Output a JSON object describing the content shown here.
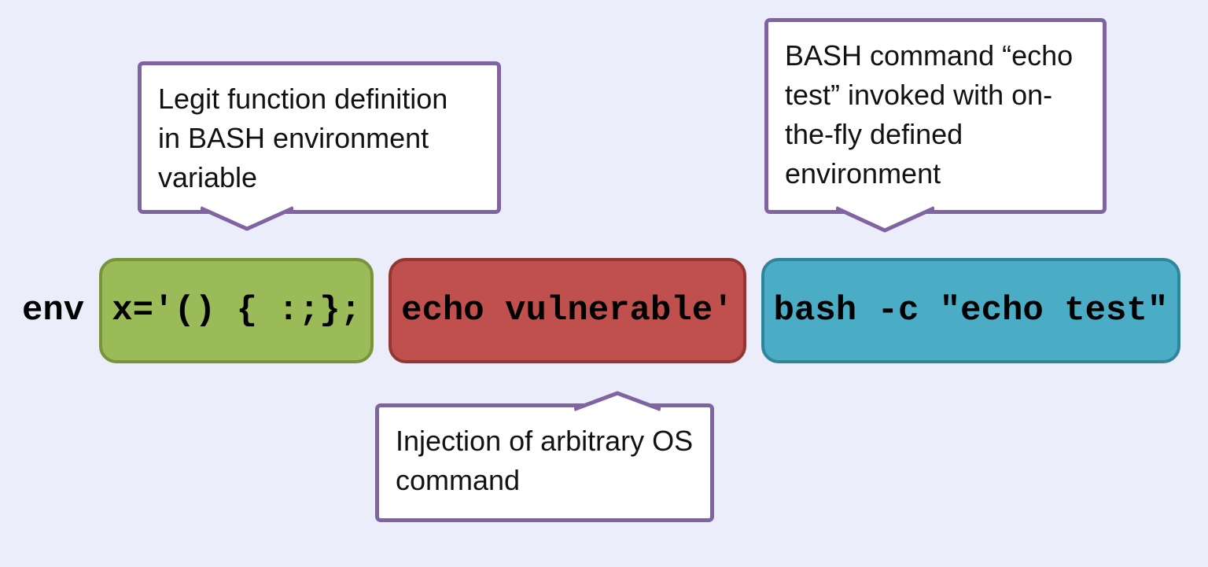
{
  "diagram": {
    "topic": "Shellshock BASH vulnerability command anatomy",
    "callouts": {
      "legit_function": {
        "lines": [
          "Legit function definition",
          "in BASH environment",
          "variable"
        ],
        "points_to": "function_definition"
      },
      "bash_command": {
        "lines": [
          "BASH command “echo",
          "test” invoked with on-",
          "the-fly defined",
          "environment"
        ],
        "points_to": "bash_invocation"
      },
      "injection": {
        "lines": [
          "Injection of arbitrary OS",
          "command"
        ],
        "points_to": "injected_command"
      }
    },
    "command": {
      "prefix": "env",
      "function_definition": "x='() { :;};",
      "injected_command": "echo vulnerable'",
      "bash_invocation": "bash -c \"echo test\""
    },
    "colors": {
      "background": "#ECEDFA",
      "callout_border": "#8064A2",
      "callout_fill": "#FFFFFF",
      "callout_text": "#121212",
      "function_box_fill": "#9BBB59",
      "function_box_border": "#77933C",
      "injection_box_fill": "#C0504D",
      "injection_box_border": "#943634",
      "bash_box_fill": "#4BACC6",
      "bash_box_border": "#31859B",
      "command_text": "#000000"
    }
  }
}
